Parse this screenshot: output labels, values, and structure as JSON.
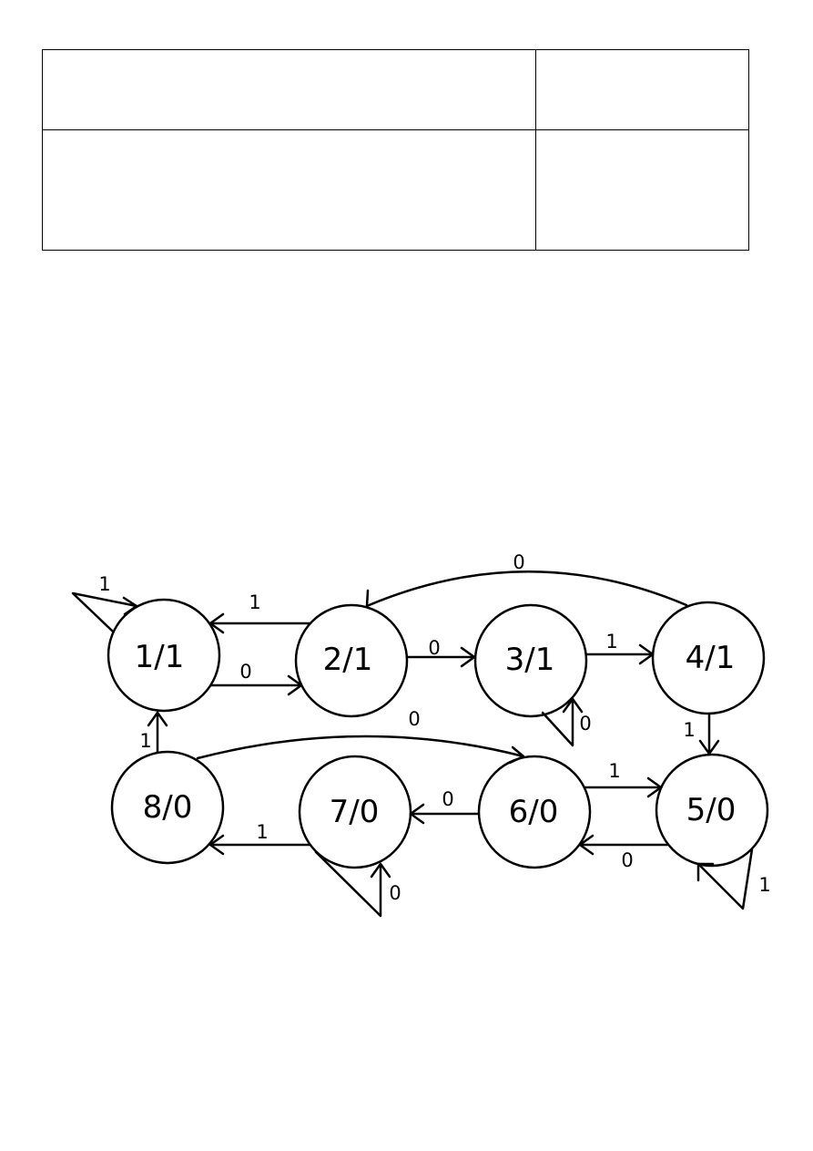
{
  "table": {
    "rows": [
      [
        "",
        ""
      ],
      [
        "",
        ""
      ]
    ]
  },
  "diagram": {
    "states": [
      {
        "id": "s1",
        "label": "1/1"
      },
      {
        "id": "s2",
        "label": "2/1"
      },
      {
        "id": "s3",
        "label": "3/1"
      },
      {
        "id": "s4",
        "label": "4/1"
      },
      {
        "id": "s5",
        "label": "5/0"
      },
      {
        "id": "s6",
        "label": "6/0"
      },
      {
        "id": "s7",
        "label": "7/0"
      },
      {
        "id": "s8",
        "label": "8/0"
      }
    ],
    "transitions": [
      {
        "from": "1/1",
        "to": "1/1",
        "label": "1"
      },
      {
        "from": "1/1",
        "to": "2/1",
        "label": "0"
      },
      {
        "from": "2/1",
        "to": "1/1",
        "label": "1"
      },
      {
        "from": "2/1",
        "to": "3/1",
        "label": "0"
      },
      {
        "from": "3/1",
        "to": "3/1",
        "label": "0"
      },
      {
        "from": "3/1",
        "to": "4/1",
        "label": "1"
      },
      {
        "from": "4/1",
        "to": "2/1",
        "label": "0"
      },
      {
        "from": "4/1",
        "to": "5/0",
        "label": "1"
      },
      {
        "from": "5/0",
        "to": "5/0",
        "label": "1"
      },
      {
        "from": "5/0",
        "to": "6/0",
        "label": "0"
      },
      {
        "from": "6/0",
        "to": "5/0",
        "label": "1"
      },
      {
        "from": "6/0",
        "to": "7/0",
        "label": "0"
      },
      {
        "from": "7/0",
        "to": "7/0",
        "label": "0"
      },
      {
        "from": "7/0",
        "to": "8/0",
        "label": "1"
      },
      {
        "from": "8/0",
        "to": "1/1",
        "label": "1"
      },
      {
        "from": "8/0",
        "to": "6/0",
        "label": "0"
      }
    ]
  }
}
